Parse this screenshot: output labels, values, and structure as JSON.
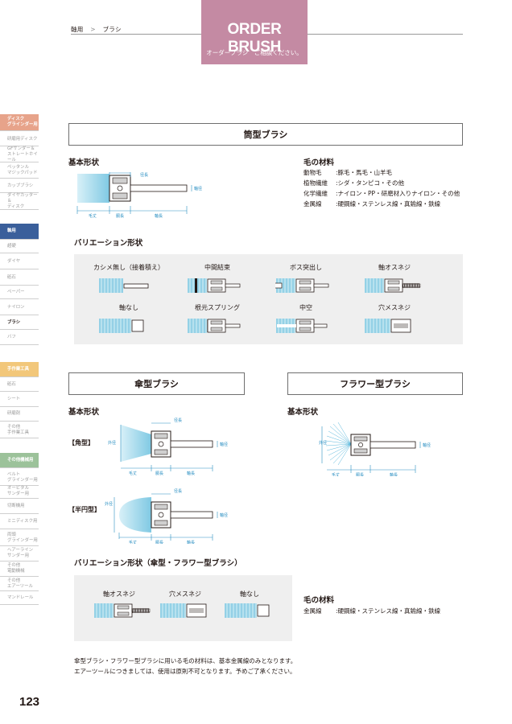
{
  "header": {
    "breadcrumb": [
      "軸用",
      "ブラシ"
    ],
    "breadcrumb_sep": ">",
    "title": "ORDER BRUSH",
    "subtitle": "オーダーブラシ　ご相談ください。"
  },
  "sidebar": {
    "items": [
      {
        "label": "ディスク\nグラインダー用",
        "color": "#e7a38a",
        "state": "category"
      },
      {
        "label": "研磨用ディスク",
        "state": "normal"
      },
      {
        "label": "GFサンダー＆\nストレートホイール",
        "state": "normal"
      },
      {
        "label": "ペッタンル\nマジックパッド",
        "state": "normal"
      },
      {
        "label": "カップブラシ",
        "state": "normal"
      },
      {
        "label": "ダイヤカッター＆\nディスク",
        "state": "normal"
      },
      {
        "label": "軸用",
        "color": "#3a5f9b",
        "state": "category"
      },
      {
        "label": "超硬",
        "state": "normal"
      },
      {
        "label": "ダイヤ",
        "state": "normal"
      },
      {
        "label": "砥石",
        "state": "normal"
      },
      {
        "label": "ペーパー",
        "state": "normal"
      },
      {
        "label": "ナイロン",
        "state": "normal"
      },
      {
        "label": "ブラシ",
        "state": "active"
      },
      {
        "label": "バフ",
        "state": "normal"
      },
      {
        "label": "手作業工具",
        "color": "#f2c77a",
        "state": "category"
      },
      {
        "label": "砥石",
        "state": "normal"
      },
      {
        "label": "シート",
        "state": "normal"
      },
      {
        "label": "研磨剤",
        "state": "normal"
      },
      {
        "label": "その他\n手作業工具",
        "state": "normal"
      },
      {
        "label": "その他機械用",
        "color": "#9cc29a",
        "state": "category"
      },
      {
        "label": "ベルト\nグラインダー用",
        "state": "normal"
      },
      {
        "label": "オービタル\nサンダー用",
        "state": "normal"
      },
      {
        "label": "切断機用",
        "state": "normal"
      },
      {
        "label": "ミニディスク用",
        "state": "normal"
      },
      {
        "label": "両頭\nグラインダー用",
        "state": "normal"
      },
      {
        "label": "ヘアーライン\nサンダー用",
        "state": "normal"
      },
      {
        "label": "その他\n電動機械",
        "state": "normal"
      },
      {
        "label": "その他\nエアーツール",
        "state": "normal"
      },
      {
        "label": "マンドレール",
        "state": "normal"
      }
    ],
    "page_number": "123"
  },
  "tube": {
    "title": "筒型ブラシ",
    "basic_shape": "基本形状",
    "dims": {
      "keisa": "径長",
      "jikukei": "軸径",
      "kegaki": "毛丈",
      "kaisa": "胴長",
      "jikucho": "軸長"
    },
    "materials_title": "毛の材料",
    "materials": [
      {
        "k": "動物毛",
        "v": ":豚毛・馬毛・山羊毛"
      },
      {
        "k": "植物繊維",
        "v": ":シダ・タンピコ・その他"
      },
      {
        "k": "化学繊維",
        "v": ":ナイロン・PP・研磨材入りナイロン・その他"
      },
      {
        "k": "金属線",
        "v": ":硬鋼線・ステンレス線・真鍮線・鉄線"
      }
    ],
    "variation_title": "バリエーション形状",
    "variations": [
      "カシメ無し（接着積え）",
      "中間結束",
      "ボス突出し",
      "軸オスネジ",
      "軸なし",
      "根元スプリング",
      "中空",
      "穴メスネジ"
    ]
  },
  "umbrella": {
    "title": "傘型ブラシ",
    "basic_shape": "基本形状",
    "kaku": "【角型】",
    "hanen": "【半円型】",
    "dims": {
      "gaikei": "外径",
      "keisa": "径長",
      "jikukei": "軸径",
      "kegaki": "毛丈",
      "kaisa": "胴長",
      "jikucho": "軸長"
    }
  },
  "flower": {
    "title": "フラワー型ブラシ",
    "basic_shape": "基本形状",
    "dims": {
      "gaikei": "外径",
      "jikukei": "軸径",
      "kegaki": "毛丈",
      "kaisa": "胴長",
      "jikucho": "軸長"
    }
  },
  "variation2": {
    "title": "バリエーション形状（傘型・フラワー型ブラシ）",
    "items": [
      "軸オスネジ",
      "穴メスネジ",
      "軸なし"
    ],
    "materials_title": "毛の材料",
    "material_k": "金属線",
    "material_v": ":硬鋼線・ステンレス線・真鍮線・鉄線"
  },
  "notes": [
    "傘型ブラシ・フラワー型ブラシに用いる毛の材料は、基本金属線のみとなります。",
    "エアーツールにつきましては、使用は原則不可となります。予めご了承ください。"
  ],
  "colors": {
    "accent": "#c48aa3",
    "bristle": "#8fd3e8",
    "panel": "#efefef"
  }
}
